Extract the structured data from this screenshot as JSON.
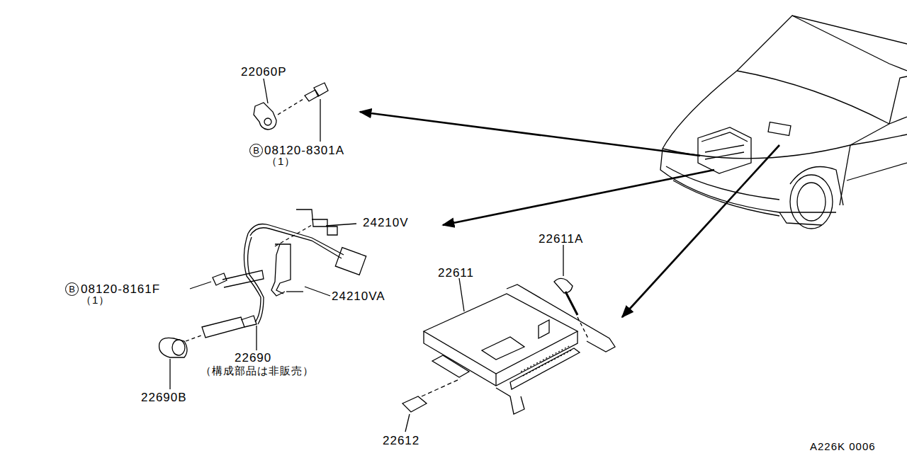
{
  "diagram": {
    "nodes": [
      {
        "text": [
          "B"
        ]
      },
      {
        "text": [
          "B"
        ]
      }
    ],
    "labels": [
      "22060P",
      "08120-8301A",
      "（1）",
      "24210V",
      "08120-8161F",
      "（1）",
      "24210VA",
      "22690",
      "（構成部品は非販売）",
      "22690B",
      "22611A",
      "22611",
      "22612",
      "A226K 0006"
    ]
  }
}
